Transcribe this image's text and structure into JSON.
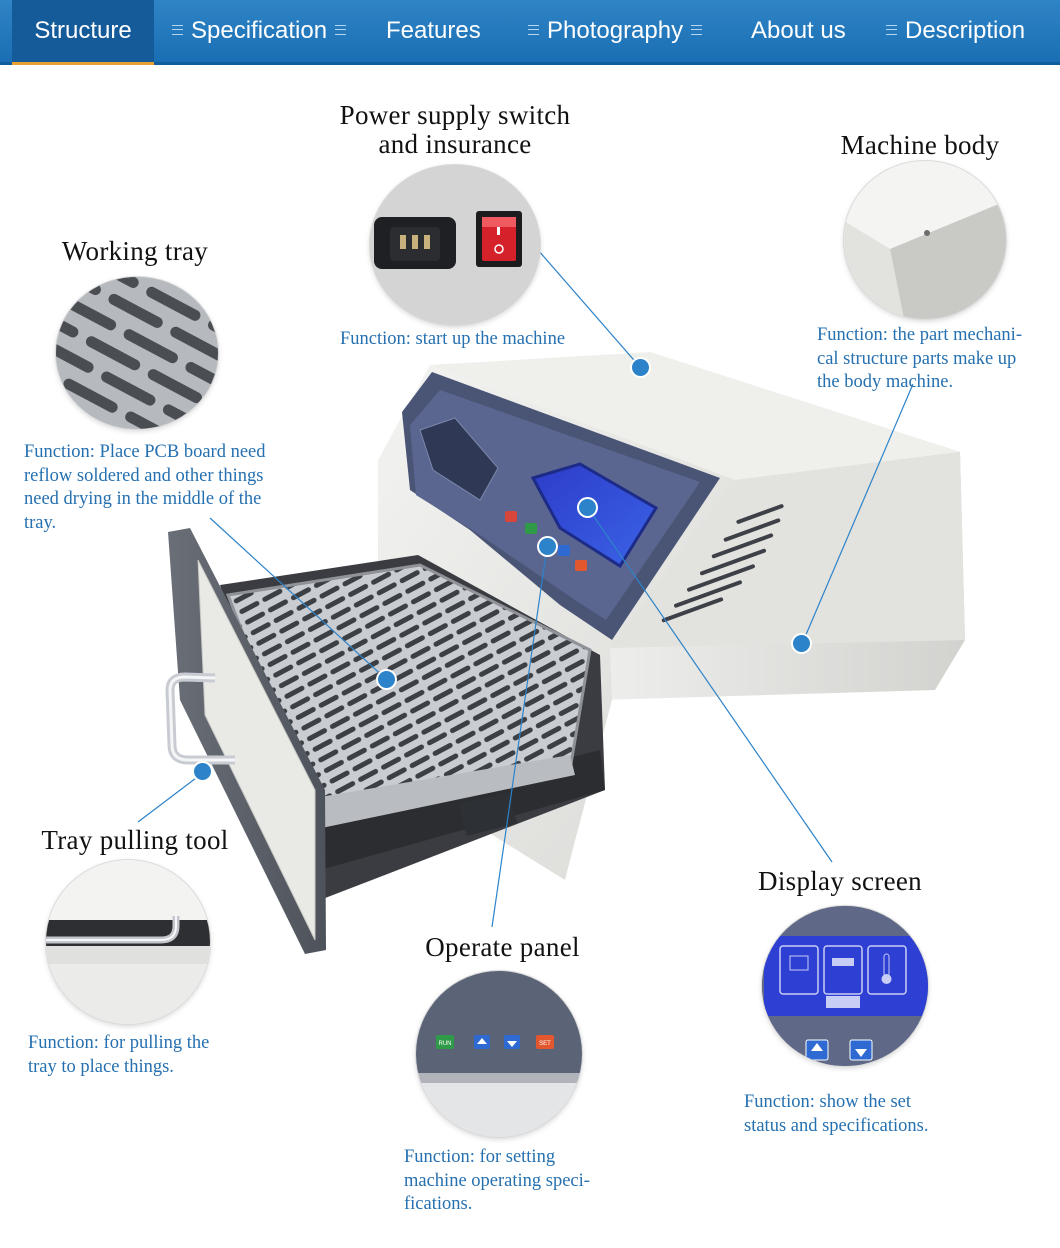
{
  "nav": {
    "tabs": [
      {
        "label": "Structure",
        "active": true
      },
      {
        "label": "Specification",
        "active": false
      },
      {
        "label": "Features",
        "active": false
      },
      {
        "label": "Photography",
        "active": false
      },
      {
        "label": "About us",
        "active": false
      },
      {
        "label": "Description",
        "active": false
      }
    ]
  },
  "callouts": {
    "power": {
      "title_line1": "Power supply switch",
      "title_line2": "and insurance",
      "caption": "Function: start up the machine"
    },
    "body": {
      "title": "Machine body",
      "caption_line1": "Function: the part mechani-",
      "caption_line2": "cal structure parts make up",
      "caption_line3": "the body machine."
    },
    "tray": {
      "title": "Working tray",
      "caption_line1": "Function: Place PCB board need",
      "caption_line2": "reflow soldered and other things",
      "caption_line3": "need drying in the middle of the",
      "caption_line4": "tray."
    },
    "pulling": {
      "title": "Tray pulling tool",
      "caption_line1": "Function: for pulling the",
      "caption_line2": "tray to place things."
    },
    "operate": {
      "title": "Operate panel",
      "caption_line1": "Function: for setting",
      "caption_line2": "machine operating speci-",
      "caption_line3": "fications."
    },
    "display": {
      "title": "Display screen",
      "caption_line1": "Function: show the set",
      "caption_line2": "status and specifications."
    }
  },
  "panel_buttons": {
    "run": "RUN",
    "set": "SET"
  },
  "colors": {
    "nav": "#1a6eb3",
    "active_tab": "#155b99",
    "accent_line": "#e8a030",
    "caption": "#2570b0",
    "pointer": "#2d83c9"
  }
}
